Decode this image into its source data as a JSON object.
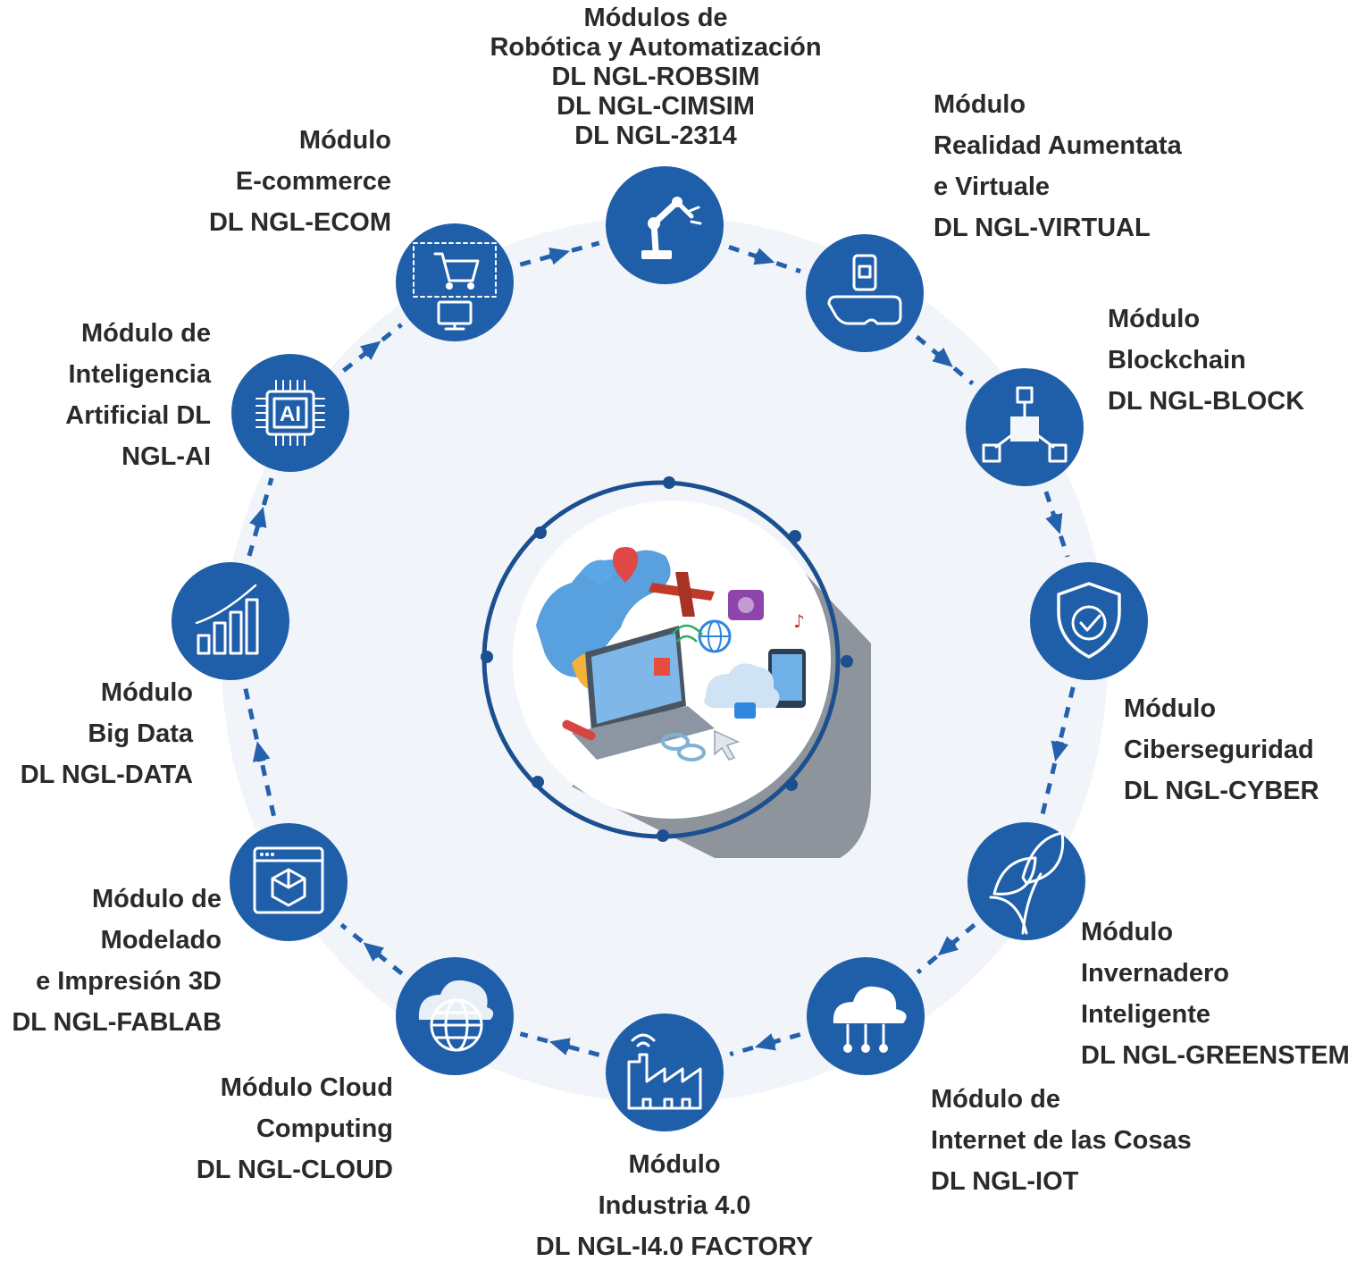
{
  "colors": {
    "node": "#1f5ea8",
    "dash": "#2461ad",
    "center_ring": "#1b4f8f",
    "label": "#2a2a2a",
    "halo": "#f1f4f8"
  },
  "modules": [
    {
      "id": "robotics",
      "icon": "robot-arm-icon",
      "lines": [
        "Módulos de",
        "Robótica y Automatización",
        "DL NGL-ROBSIM",
        "DL NGL-CIMSIM",
        "DL NGL-2314"
      ]
    },
    {
      "id": "virtual",
      "icon": "vr-headset-icon",
      "lines": [
        "Módulo",
        "Realidad Aumentata",
        "e Virtuale",
        "DL NGL-VIRTUAL"
      ]
    },
    {
      "id": "blockchain",
      "icon": "blockchain-icon",
      "lines": [
        "Módulo",
        "Blockchain",
        "DL NGL-BLOCK"
      ]
    },
    {
      "id": "cyber",
      "icon": "shield-check-icon",
      "lines": [
        "Módulo",
        "Ciberseguridad",
        "DL NGL-CYBER"
      ]
    },
    {
      "id": "greenhouse",
      "icon": "leaves-icon",
      "lines": [
        "Módulo",
        "Invernadero",
        "Inteligente",
        "DL NGL-GREENSTEM"
      ]
    },
    {
      "id": "iot",
      "icon": "cloud-network-icon",
      "lines": [
        "Módulo de",
        "Internet de las Cosas",
        "DL NGL-IOT"
      ]
    },
    {
      "id": "industry",
      "icon": "factory-icon",
      "lines": [
        "Módulo",
        "Industria 4.0",
        "DL NGL-I4.0 FACTORY"
      ]
    },
    {
      "id": "cloud",
      "icon": "cloud-globe-icon",
      "lines": [
        "Módulo Cloud",
        "Computing",
        "DL NGL-CLOUD"
      ]
    },
    {
      "id": "fablab",
      "icon": "3d-model-icon",
      "lines": [
        "Módulo de",
        "Modelado",
        "e Impresión 3D",
        "DL NGL-FABLAB"
      ]
    },
    {
      "id": "bigdata",
      "icon": "bar-chart-icon",
      "lines": [
        "Módulo",
        "Big Data",
        "DL NGL-DATA"
      ]
    },
    {
      "id": "ai",
      "icon": "ai-chip-icon",
      "icon_text": "AI",
      "lines": [
        "Módulo de",
        "Inteligencia",
        "Artificial DL",
        "NGL-AI"
      ]
    },
    {
      "id": "ecommerce",
      "icon": "shopping-cart-icon",
      "lines": [
        "Módulo",
        "E-commerce",
        "DL NGL-ECOM"
      ]
    }
  ],
  "center": {
    "icon": "technology-collage-icon"
  }
}
